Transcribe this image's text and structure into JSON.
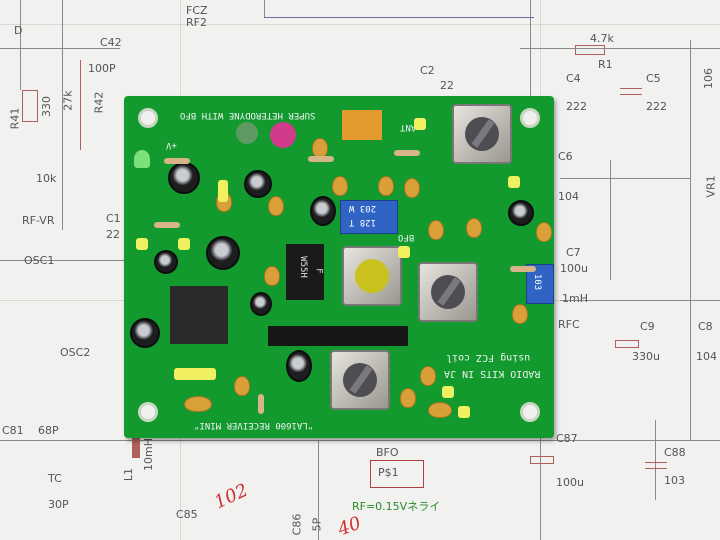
{
  "scene": "pcb-on-schematic",
  "colors": {
    "pcb": "#129a2e",
    "paper": "#f1f1ef",
    "wire": "#8a8a8a",
    "annotation": "#d23030"
  },
  "schematic_labels": [
    "D",
    "C42",
    "100P",
    "FCZ",
    "RF2",
    "R41",
    "330",
    "27k",
    "R42",
    "10k",
    "RF-VR",
    "C1",
    "22",
    "OSC1",
    "OSC2",
    "4.7k",
    "R1",
    "C4",
    "222",
    "C5",
    "222",
    "C6",
    "104",
    "C7",
    "100u",
    "1mH",
    "RFC",
    "C9",
    "330u",
    "C8",
    "104",
    "VR1",
    "106",
    "C81",
    "68P",
    "TC",
    "30P",
    "L1",
    "10mH",
    "BFO",
    "P$1",
    "RF=0.15Vネライ",
    "C85",
    "C86",
    "5P",
    "C87",
    "100u",
    "C88",
    "103",
    "C2",
    "22"
  ],
  "handwritten": [
    "102",
    "40"
  ],
  "pcb_text": {
    "title": "SUPER HETERODYNE WITH BFO",
    "bottom": "\"LA1600 RECEIVER MINI\"",
    "maker": "RADIO KITS IN JA",
    "coil": "using FCZ coil",
    "ant": "ANT",
    "bfo": "BFO",
    "power": "+V",
    "filter": "W55H",
    "filter2": "F",
    "trim1a": "203 W",
    "trim1b": "128 T",
    "trim2": "103"
  }
}
